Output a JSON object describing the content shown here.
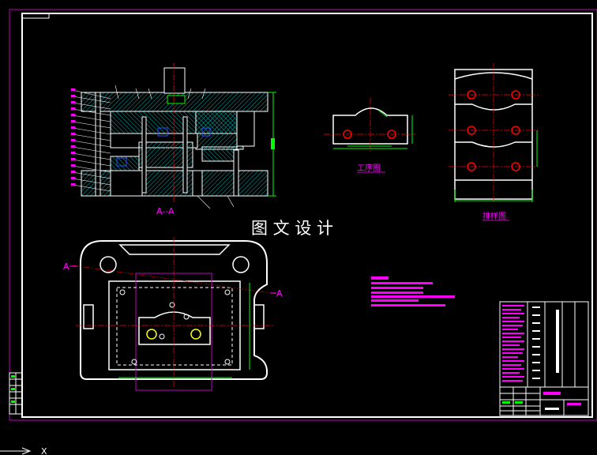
{
  "drawing": {
    "watermark": "图 文 设 计",
    "section_label": "A--A",
    "section_mark_left": "A",
    "section_mark_right": "A",
    "process_view_label": "工序图",
    "layout_view_label": "排样图",
    "ucs_axis_label": "X"
  },
  "colors": {
    "background": "#000000",
    "frame": "#c000c0",
    "border": "#ffffff",
    "hatch": "#00c0c0",
    "center_line": "#ff0000",
    "dimension": "#00ff00",
    "text_magenta": "#ff00ff",
    "yellow": "#ffff00",
    "blue": "#3050ff"
  },
  "icons": {
    "ucs": "ucs-axis-icon"
  }
}
